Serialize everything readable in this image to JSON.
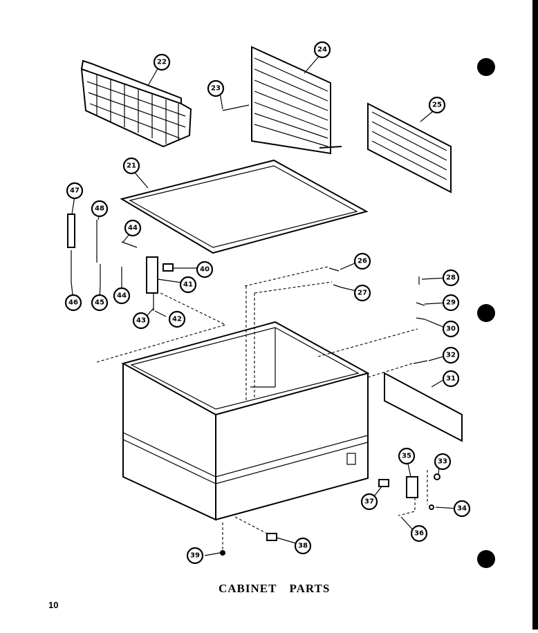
{
  "caption": {
    "word1": "CABINET",
    "word2": "PARTS"
  },
  "page_number": "10",
  "callouts": [
    "21",
    "22",
    "23",
    "24",
    "25",
    "26",
    "27",
    "28",
    "29",
    "30",
    "31",
    "32",
    "33",
    "34",
    "35",
    "36",
    "37",
    "38",
    "39",
    "40",
    "41",
    "42",
    "43",
    "44",
    "44",
    "45",
    "46",
    "47",
    "48"
  ]
}
